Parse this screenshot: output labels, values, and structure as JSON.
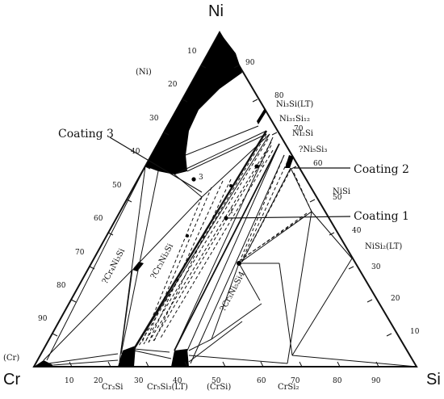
{
  "diagram": {
    "corners": {
      "top": "Ni",
      "left": "Cr",
      "right": "Si"
    },
    "left_ticks": [
      "10",
      "20",
      "30",
      "40",
      "50",
      "60",
      "70",
      "80",
      "90"
    ],
    "right_ticks": [
      "90",
      "80",
      "70",
      "60",
      "50",
      "40",
      "30",
      "20",
      "10"
    ],
    "bottom_ticks": [
      "10",
      "20",
      "30",
      "40",
      "50",
      "60",
      "70",
      "80",
      "90"
    ],
    "phases": {
      "ni_solid": "(Ni)",
      "ni3si": "Ni₃Si(LT)",
      "ni31si12": "Ni₃₁Si₁₂",
      "ni2si": "Ni₂Si",
      "ni5si3": "?Ni₅Si₃",
      "nisi": "NiSi",
      "nisi2": "NiSi₂(LT)",
      "cr4ni3si": "?Cr₄Ni₃Si",
      "cr3ni2si": "?Cr₃Ni₂Si",
      "cr3ni5si4": "?Cr₃Ni₅Si4",
      "cr_solid": "(Cr)",
      "cr3si": "Cr₃Si",
      "cr5si3": "Cr₅Si₃(LT)",
      "crsi": "(CrSi)",
      "crsi2": "CrSi₂"
    },
    "points": [
      "1",
      "2",
      "3"
    ],
    "callouts": {
      "coating1": "Coating 1",
      "coating2": "Coating 2",
      "coating3": "Coating 3"
    }
  }
}
